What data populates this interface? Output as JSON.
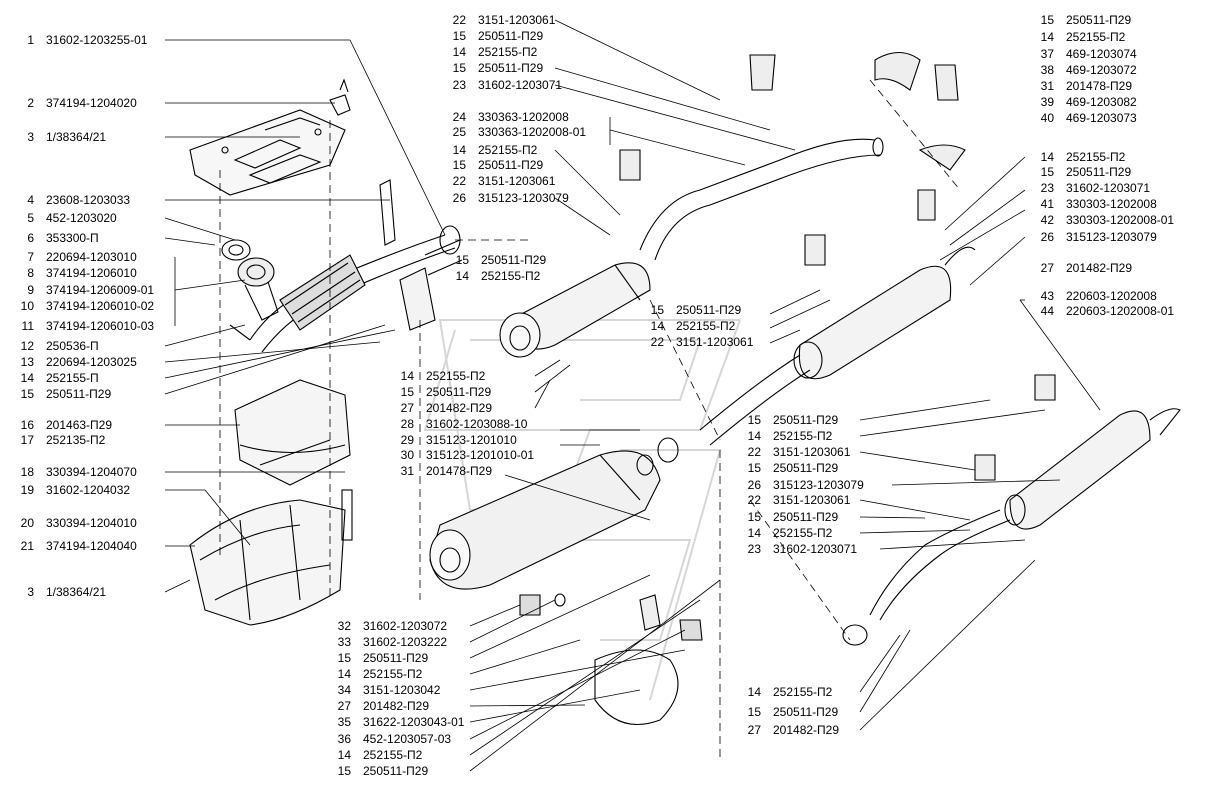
{
  "labels_left": [
    {
      "num": "1",
      "code": "31602-1203255-01"
    },
    {
      "num": "2",
      "code": "374194-1204020"
    },
    {
      "num": "3",
      "code": "1/38364/21"
    },
    {
      "num": "4",
      "code": "23608-1203033"
    },
    {
      "num": "5",
      "code": "452-1203020"
    },
    {
      "num": "6",
      "code": "353300-П"
    },
    {
      "num": "7",
      "code": "220694-1203010"
    },
    {
      "num": "8",
      "code": "374194-1206010"
    },
    {
      "num": "9",
      "code": "374194-1206009-01"
    },
    {
      "num": "10",
      "code": "374194-1206010-02"
    },
    {
      "num": "11",
      "code": "374194-1206010-03"
    },
    {
      "num": "12",
      "code": "250536-П"
    },
    {
      "num": "13",
      "code": "220694-1203025"
    },
    {
      "num": "14",
      "code": "252155-П"
    },
    {
      "num": "15",
      "code": "250511-П29"
    },
    {
      "num": "16",
      "code": "201463-П29"
    },
    {
      "num": "17",
      "code": "252135-П2"
    },
    {
      "num": "18",
      "code": "330394-1204070"
    },
    {
      "num": "19",
      "code": "31602-1204032"
    },
    {
      "num": "20",
      "code": "330394-1204010"
    },
    {
      "num": "21",
      "code": "374194-1204040"
    },
    {
      "num": "3",
      "code": "1/38364/21"
    }
  ],
  "labels_top_center": [
    {
      "num": "22",
      "code": "3151-1203061"
    },
    {
      "num": "15",
      "code": "250511-П29"
    },
    {
      "num": "14",
      "code": "252155-П2"
    },
    {
      "num": "15",
      "code": "250511-П29"
    },
    {
      "num": "23",
      "code": "31602-1203071"
    },
    {
      "num": "24",
      "code": "330363-1202008"
    },
    {
      "num": "25",
      "code": "330363-1202008-01"
    },
    {
      "num": "14",
      "code": "252155-П2"
    },
    {
      "num": "15",
      "code": "250511-П29"
    },
    {
      "num": "22",
      "code": "3151-1203061"
    },
    {
      "num": "26",
      "code": "315123-1203079"
    }
  ],
  "labels_top_right": [
    {
      "num": "15",
      "code": "250511-П29"
    },
    {
      "num": "14",
      "code": "252155-П2"
    },
    {
      "num": "37",
      "code": "469-1203074"
    },
    {
      "num": "38",
      "code": "469-1203072"
    },
    {
      "num": "31",
      "code": "201478-П29"
    },
    {
      "num": "39",
      "code": "469-1203082"
    },
    {
      "num": "40",
      "code": "469-1203073"
    }
  ],
  "labels_right": [
    {
      "num": "14",
      "code": "252155-П2"
    },
    {
      "num": "15",
      "code": "250511-П29"
    },
    {
      "num": "23",
      "code": "31602-1203071"
    },
    {
      "num": "41",
      "code": "330303-1202008"
    },
    {
      "num": "42",
      "code": "330303-1202008-01"
    },
    {
      "num": "26",
      "code": "315123-1203079"
    },
    {
      "num": "27",
      "code": "201482-П29"
    },
    {
      "num": "43",
      "code": "220603-1202008"
    },
    {
      "num": "44",
      "code": "220603-1202008-01"
    }
  ],
  "labels_mid_a": [
    {
      "num": "15",
      "code": "250511-П29"
    },
    {
      "num": "14",
      "code": "252155-П2"
    }
  ],
  "labels_mid_b": [
    {
      "num": "15",
      "code": "250511-П29"
    },
    {
      "num": "14",
      "code": "252155-П2"
    },
    {
      "num": "22",
      "code": "3151-1203061"
    }
  ],
  "labels_mid_c": [
    {
      "num": "14",
      "code": "252155-П2"
    },
    {
      "num": "15",
      "code": "250511-П29"
    },
    {
      "num": "27",
      "code": "201482-П29"
    },
    {
      "num": "28",
      "code": "31602-1203088-10"
    },
    {
      "num": "29",
      "code": "315123-1201010"
    },
    {
      "num": "30",
      "code": "315123-1201010-01"
    },
    {
      "num": "31",
      "code": "201478-П29"
    }
  ],
  "labels_lower_right": [
    {
      "num": "15",
      "code": "250511-П29"
    },
    {
      "num": "14",
      "code": "252155-П2"
    },
    {
      "num": "22",
      "code": "3151-1203061"
    },
    {
      "num": "15",
      "code": "250511-П29"
    },
    {
      "num": "26",
      "code": "315123-1203079"
    },
    {
      "num": "22",
      "code": "3151-1203061"
    },
    {
      "num": "15",
      "code": "250511-П29"
    },
    {
      "num": "14",
      "code": "252155-П2"
    },
    {
      "num": "23",
      "code": "31602-1203071"
    }
  ],
  "labels_bottom_center": [
    {
      "num": "32",
      "code": "31602-1203072"
    },
    {
      "num": "33",
      "code": "31602-1203222"
    },
    {
      "num": "15",
      "code": "250511-П29"
    },
    {
      "num": "14",
      "code": "252155-П2"
    },
    {
      "num": "34",
      "code": "3151-1203042"
    },
    {
      "num": "27",
      "code": "201482-П29"
    },
    {
      "num": "35",
      "code": "31622-1203043-01"
    },
    {
      "num": "36",
      "code": "452-1203057-03"
    },
    {
      "num": "14",
      "code": "252155-П2"
    },
    {
      "num": "15",
      "code": "250511-П29"
    }
  ],
  "labels_bottom_right": [
    {
      "num": "14",
      "code": "252155-П2"
    },
    {
      "num": "15",
      "code": "250511-П29"
    },
    {
      "num": "27",
      "code": "201482-П29"
    }
  ]
}
